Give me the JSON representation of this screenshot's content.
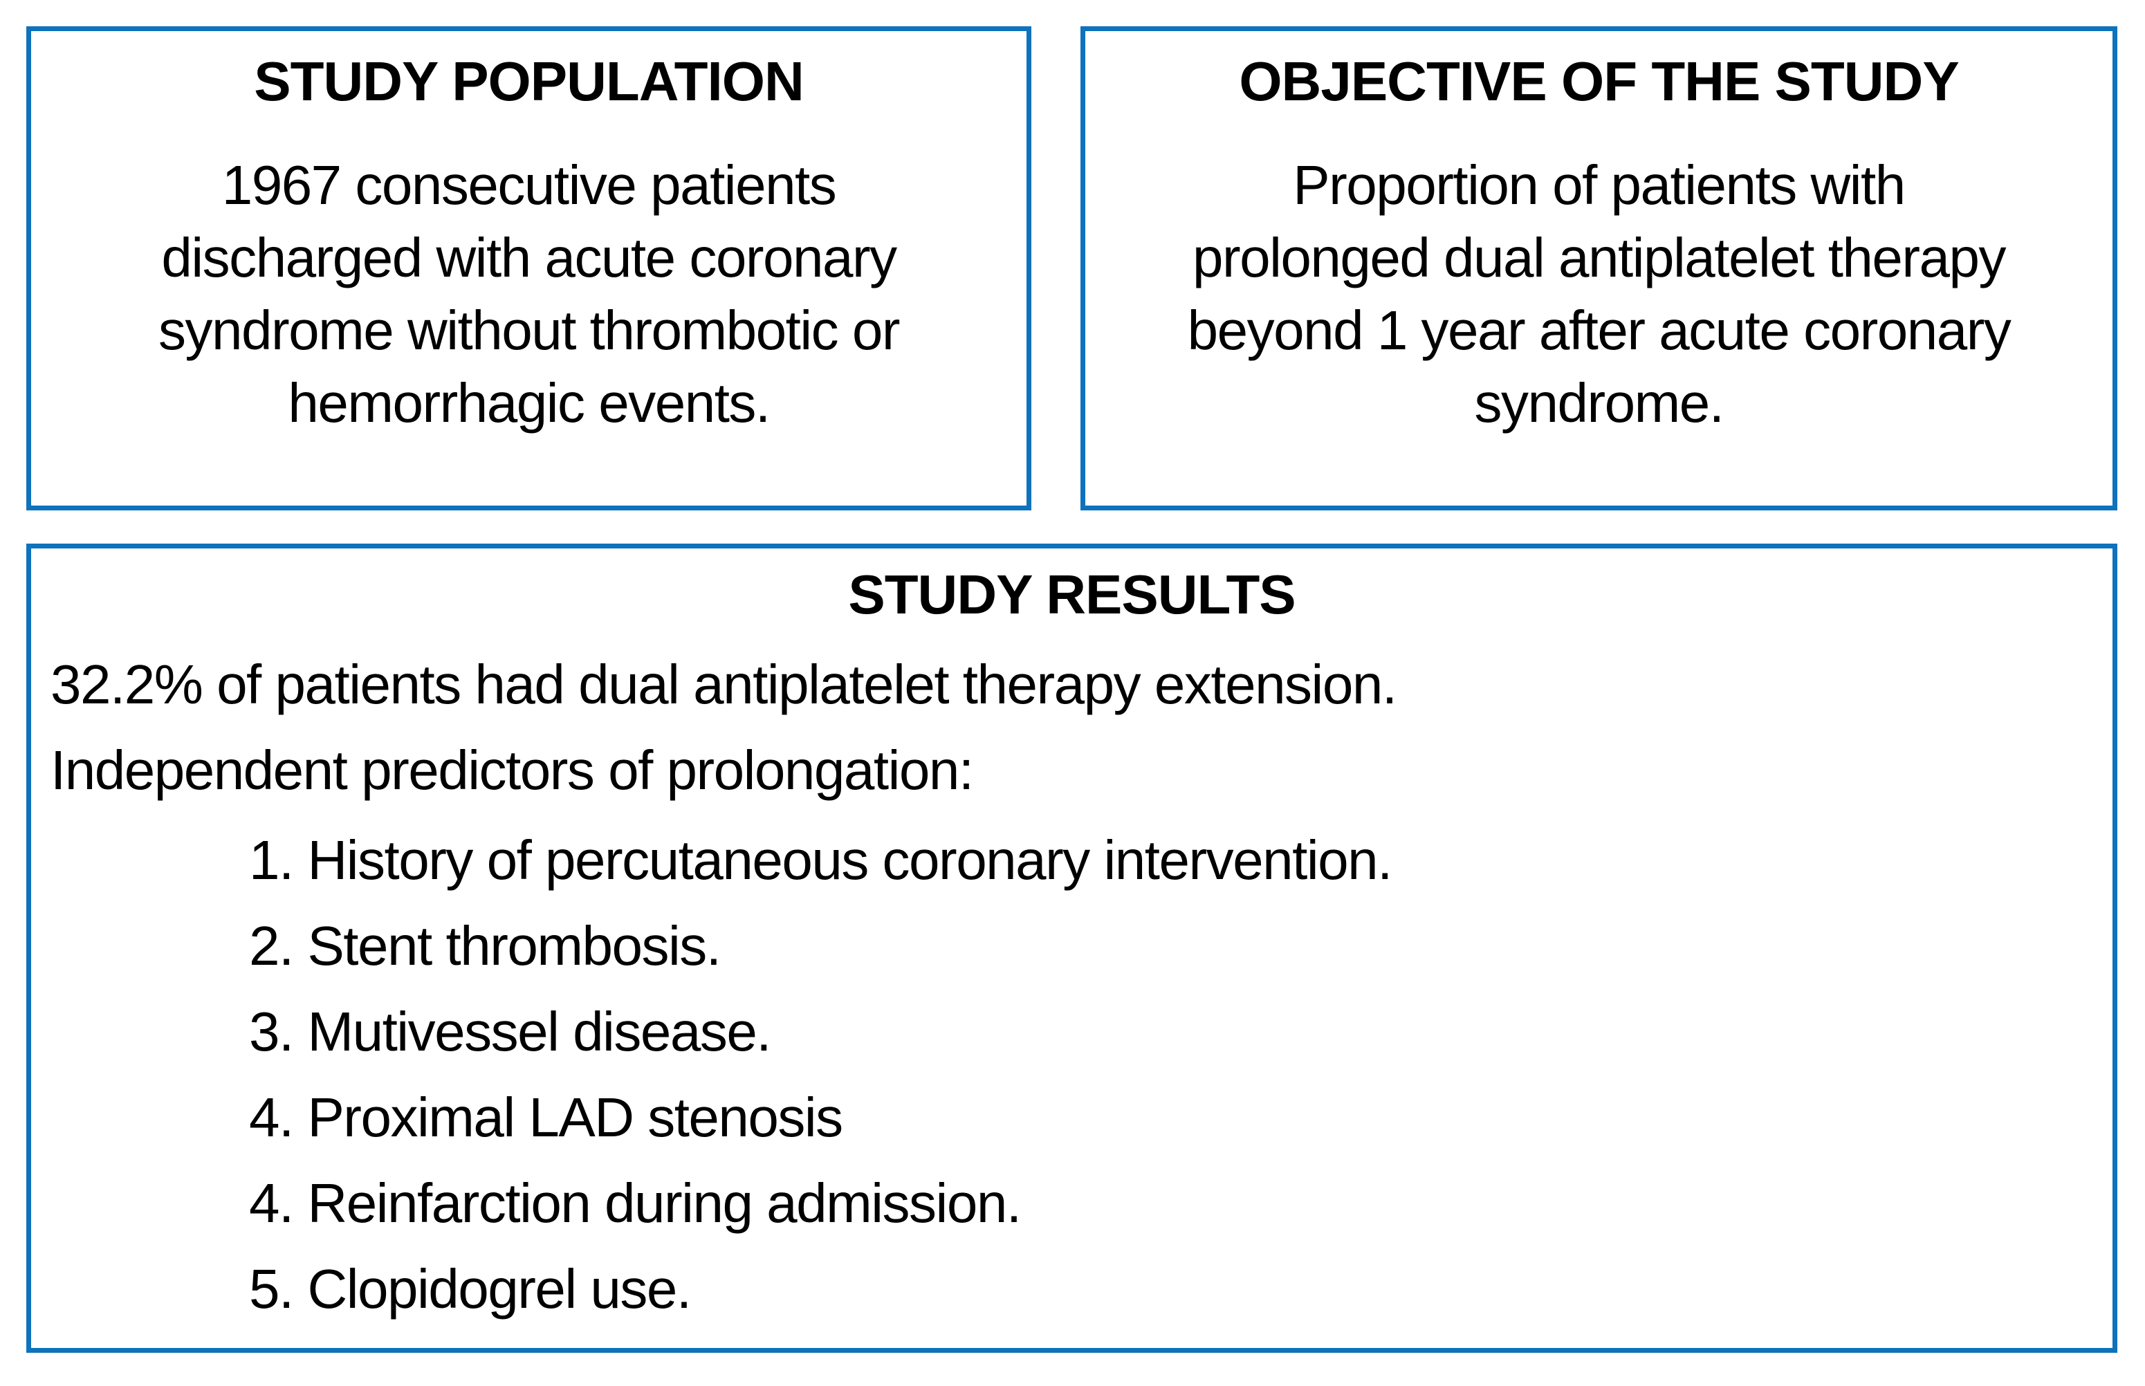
{
  "colors": {
    "border_blue": "#0E72BC",
    "text_black": "#000000",
    "background": "#FFFFFF"
  },
  "population_box": {
    "title": "STUDY POPULATION",
    "lines": [
      "1967 consecutive patients",
      "discharged with acute coronary",
      "syndrome without thrombotic or",
      "hemorrhagic events."
    ]
  },
  "objective_box": {
    "title": "OBJECTIVE OF THE STUDY",
    "lines": [
      "Proportion of patients with",
      "prolonged dual antiplatelet therapy",
      "beyond 1 year after acute coronary",
      "syndrome."
    ]
  },
  "results_box": {
    "title": "STUDY RESULTS",
    "summary_lines": [
      "32.2% of patients had dual antiplatelet therapy extension.",
      "Independent predictors of prolongation:"
    ],
    "predictors": [
      "1. History of percutaneous coronary intervention.",
      "2. Stent thrombosis.",
      "3. Mutivessel disease.",
      "4. Proximal LAD stenosis",
      "4. Reinfarction during admission.",
      "5. Clopidogrel use."
    ]
  }
}
